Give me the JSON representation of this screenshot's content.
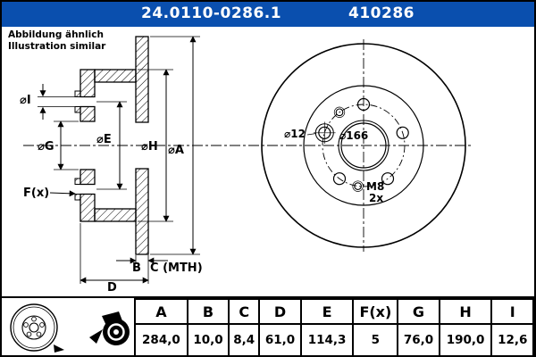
{
  "header": {
    "part_number": "24.0110-0286.1",
    "reference_number": "410286",
    "bar_color": "#0a4fae",
    "text_color": "#ffffff"
  },
  "note": {
    "line1": "Abbildung ähnlich",
    "line2": "Illustration similar"
  },
  "drawing": {
    "section_labels": {
      "dia_i": "⌀I",
      "dia_g": "⌀G",
      "dia_e": "⌀E",
      "dia_h": "⌀H",
      "dia_a": "⌀A",
      "f_x": "F(x)",
      "b": "B",
      "c_mth": "C (MTH)",
      "d": "D"
    },
    "front_labels": {
      "hole_dia": "⌀12",
      "hat_dia": "⌀166",
      "thread": "M8",
      "thread_qty": "2x"
    }
  },
  "icons": {
    "left": "brake-disc-icon",
    "right": "caliper-pointer-icon"
  },
  "table": {
    "headers": [
      "A",
      "B",
      "C",
      "D",
      "E",
      "F(x)",
      "G",
      "H",
      "I"
    ],
    "values": [
      "284,0",
      "10,0",
      "8,4",
      "61,0",
      "114,3",
      "5",
      "76,0",
      "190,0",
      "12,6"
    ]
  },
  "colors": {
    "line": "#000000",
    "background": "#ffffff"
  }
}
